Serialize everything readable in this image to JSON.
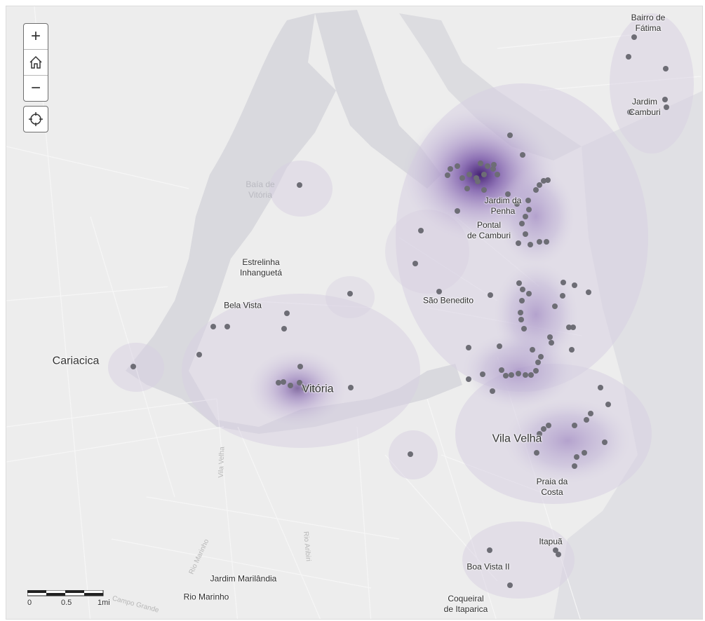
{
  "controls": {
    "zoom_in": "+",
    "zoom_out": "−",
    "home_icon": "home-icon",
    "locate_icon": "locate-icon"
  },
  "places": [
    {
      "id": "bairro-de-fatima",
      "label": "Bairro de\nFátima"
    },
    {
      "id": "jardim-camburi",
      "label": "Jardim\nCamburi"
    },
    {
      "id": "baia-de-vitoria",
      "label": "Baía de\nVitória"
    },
    {
      "id": "jardim-da-penha",
      "label": "Jardim da\nPenha"
    },
    {
      "id": "pontal-de-camburi",
      "label": "Pontal\nde Camburi"
    },
    {
      "id": "estrelinha",
      "label": "Estrelinha\nInhanguetá"
    },
    {
      "id": "sao-benedito",
      "label": "São Benedito"
    },
    {
      "id": "bela-vista",
      "label": "Bela Vista"
    },
    {
      "id": "cariacica",
      "label": "Cariacica"
    },
    {
      "id": "vitoria",
      "label": "Vitória"
    },
    {
      "id": "vila-velha",
      "label": "Vila Velha"
    },
    {
      "id": "praia-da-costa",
      "label": "Praia da\nCosta"
    },
    {
      "id": "itapua",
      "label": "Itapuã"
    },
    {
      "id": "boa-vista-ii",
      "label": "Boa Vista II"
    },
    {
      "id": "jardim-marilandia",
      "label": "Jardim Marilândia"
    },
    {
      "id": "rio-marinho",
      "label": "Rio Marinho"
    },
    {
      "id": "coqueiral",
      "label": "Coqueiral\nde Itaparica"
    }
  ],
  "roads": [
    "Vila Velha",
    "Rio Aribiri",
    "Rio Marinho",
    "Campo Grande"
  ],
  "scale": {
    "ticks": [
      "0",
      "0.5",
      "1mi"
    ]
  },
  "colors": {
    "land": "#ededed",
    "water": "#d9d9de",
    "ocean": "#e0e0e4",
    "heat_low": "#d7d0e2",
    "heat_mid": "#9b80c0",
    "heat_high": "#3e1a6e",
    "point": "#6d6d75"
  }
}
